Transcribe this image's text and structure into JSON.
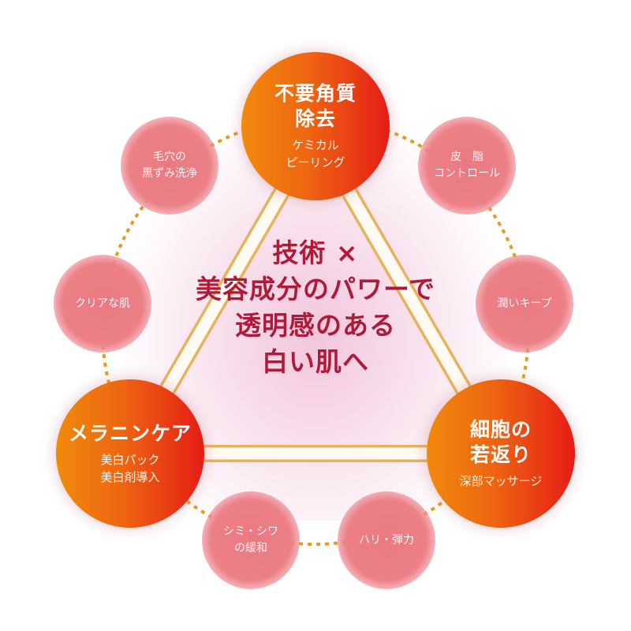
{
  "center_text": {
    "line1": "技術 ×",
    "line2": "美容成分のパワーで",
    "line3": "透明感のある",
    "line4": "白い肌へ"
  },
  "main_nodes": [
    {
      "title_line1": "不要角質",
      "title_line2": "除去",
      "sub_line1": "ケミカル",
      "sub_line2": "ピーリング"
    },
    {
      "title_line1": "メラニンケア",
      "title_line2": "",
      "sub_line1": "美白パック",
      "sub_line2": "美白剤導入"
    },
    {
      "title_line1": "細胞の",
      "title_line2": "若返り",
      "sub_line1": "深部マッサージ",
      "sub_line2": ""
    }
  ],
  "benefit_nodes": [
    {
      "line1": "毛穴の",
      "line2": "黒ずみ洗浄"
    },
    {
      "line1": "皮　脂",
      "line2": "コントロール"
    },
    {
      "line1": "クリアな肌",
      "line2": ""
    },
    {
      "line1": "潤いキープ",
      "line2": ""
    },
    {
      "line1": "シミ・シワ",
      "line2": "の緩和"
    },
    {
      "line1": "ハリ・弾力",
      "line2": ""
    }
  ],
  "colors": {
    "main_gradient_start": "#f08a0c",
    "main_gradient_end": "#e51c16",
    "benefit_fill": "#ec8087",
    "center_text": "#b01a3a",
    "dotted_ring": "#e89a1e",
    "triangle_edge": "#e8b25a"
  }
}
